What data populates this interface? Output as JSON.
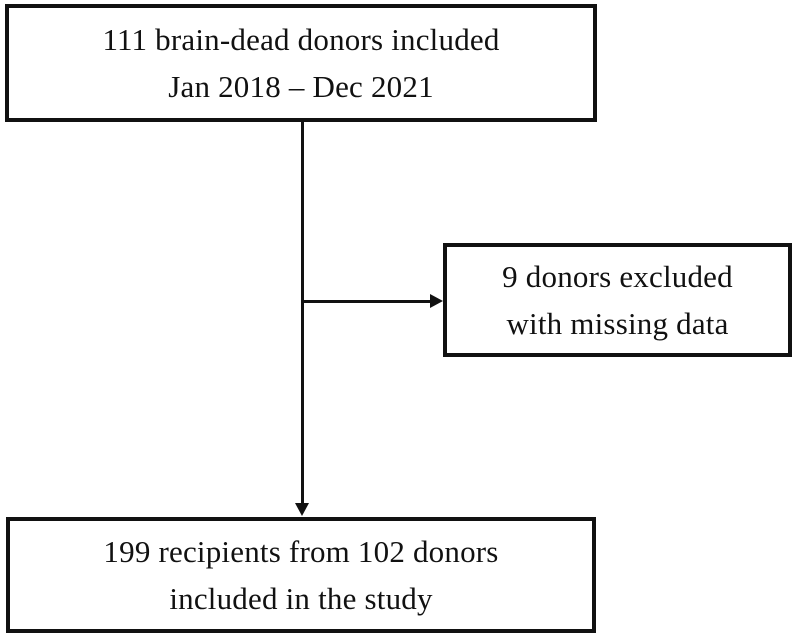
{
  "colors": {
    "ink": "#111111",
    "background": "#ffffff"
  },
  "nodes": {
    "included": {
      "line1": "111 brain-dead donors included",
      "line2": "Jan 2018 – Dec 2021"
    },
    "excluded": {
      "line1": "9 donors excluded",
      "line2": "with missing data"
    },
    "final": {
      "line1": "199 recipients from 102 donors",
      "line2": "included in the study"
    }
  }
}
